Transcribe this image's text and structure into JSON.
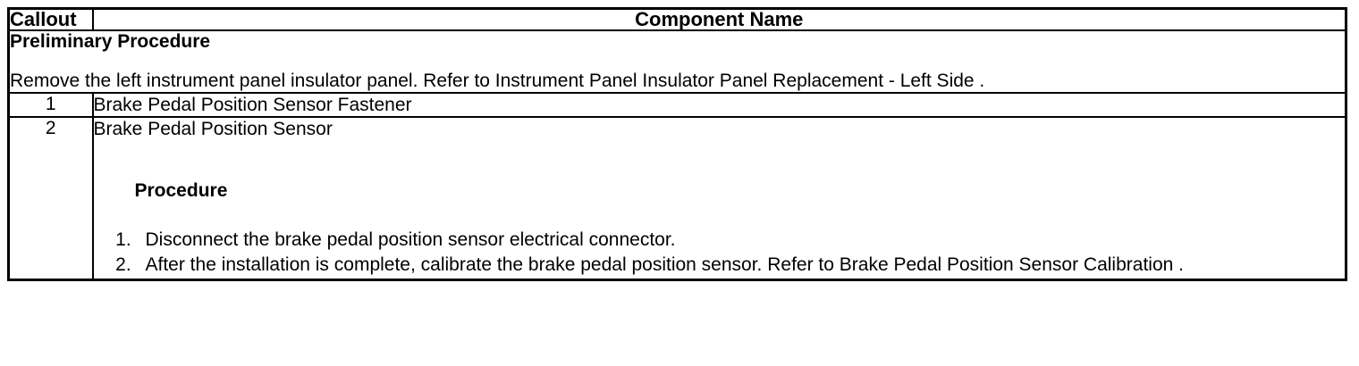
{
  "document": {
    "type": "service-procedure-table",
    "columns": [
      {
        "key": "callout",
        "header": "Callout",
        "align": "left"
      },
      {
        "key": "component_name",
        "header": "Component Name",
        "align": "center"
      }
    ],
    "preliminary": {
      "title": "Preliminary Procedure",
      "text": "Remove the left instrument panel insulator panel. Refer to Instrument Panel Insulator Panel Replacement - Left Side ."
    },
    "rows": [
      {
        "callout": "1",
        "component_name": "Brake Pedal Position Sensor Fastener",
        "sub_heading": "",
        "steps": []
      },
      {
        "callout": "2",
        "component_name": "Brake Pedal Position Sensor",
        "sub_heading": "Procedure",
        "steps": [
          "Disconnect the brake pedal position sensor electrical connector.",
          "After the installation is complete, calibrate the brake pedal position sensor. Refer to Brake Pedal Position Sensor Calibration ."
        ]
      }
    ]
  },
  "style": {
    "border_color": "#000000",
    "text_color": "#000000",
    "background": "#ffffff"
  }
}
